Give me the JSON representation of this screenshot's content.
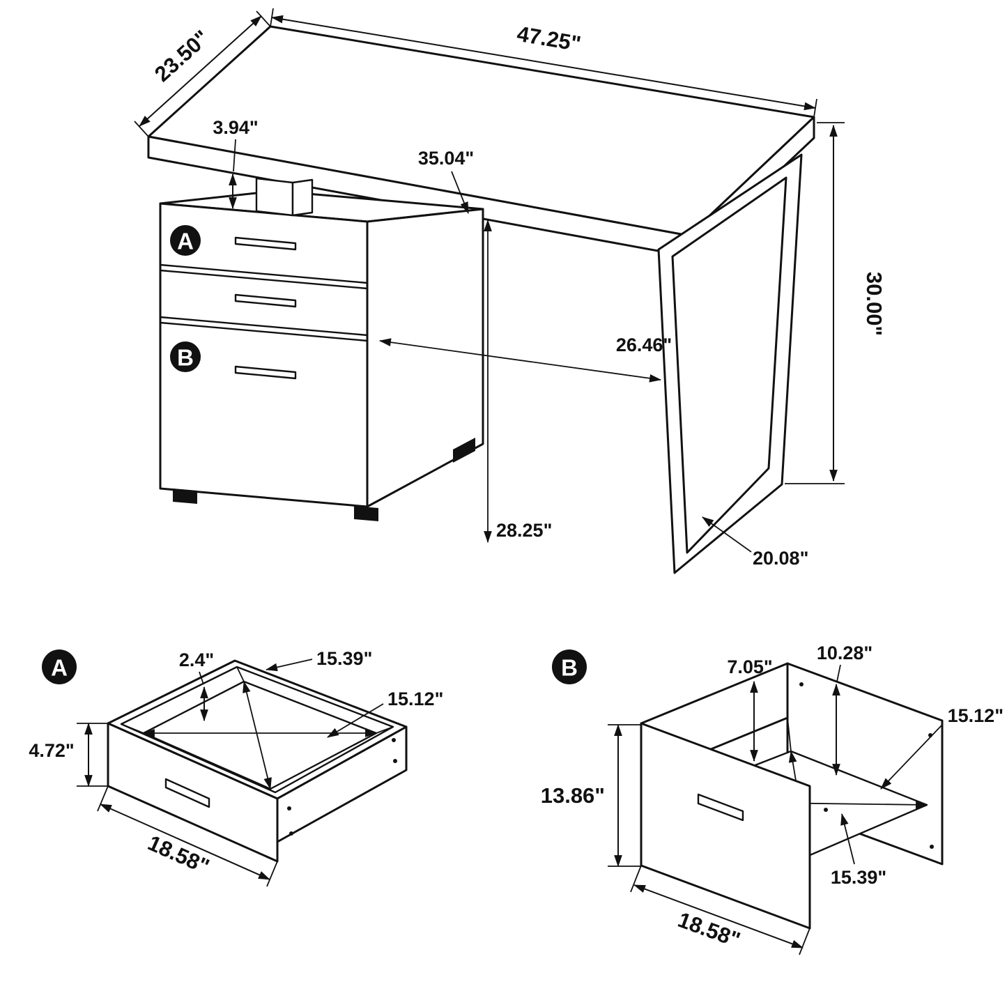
{
  "page": {
    "background": "#ffffff",
    "ink": "#111111"
  },
  "main_view": {
    "marker_a": "A",
    "marker_b": "B",
    "dims": {
      "top_length": "47.25\"",
      "top_depth": "23.50\"",
      "gap_height": "3.94\"",
      "knee_space": "35.04\"",
      "overall_height": "30.00\"",
      "inner_clearance": "26.46\"",
      "under_clearance": "28.25\"",
      "leg_depth": "20.08\""
    }
  },
  "drawer_a_view": {
    "marker": "A",
    "dims": {
      "lip_height": "2.4\"",
      "inner_width": "15.39\"",
      "inner_depth": "15.12\"",
      "front_height": "4.72\"",
      "outer_width": "18.58\""
    }
  },
  "drawer_b_view": {
    "marker": "B",
    "dims": {
      "side_height": "7.05\"",
      "back_height": "10.28\"",
      "inner_depth": "15.12\"",
      "front_height": "13.86\"",
      "inner_width": "15.39\"",
      "outer_width": "18.58\""
    }
  }
}
